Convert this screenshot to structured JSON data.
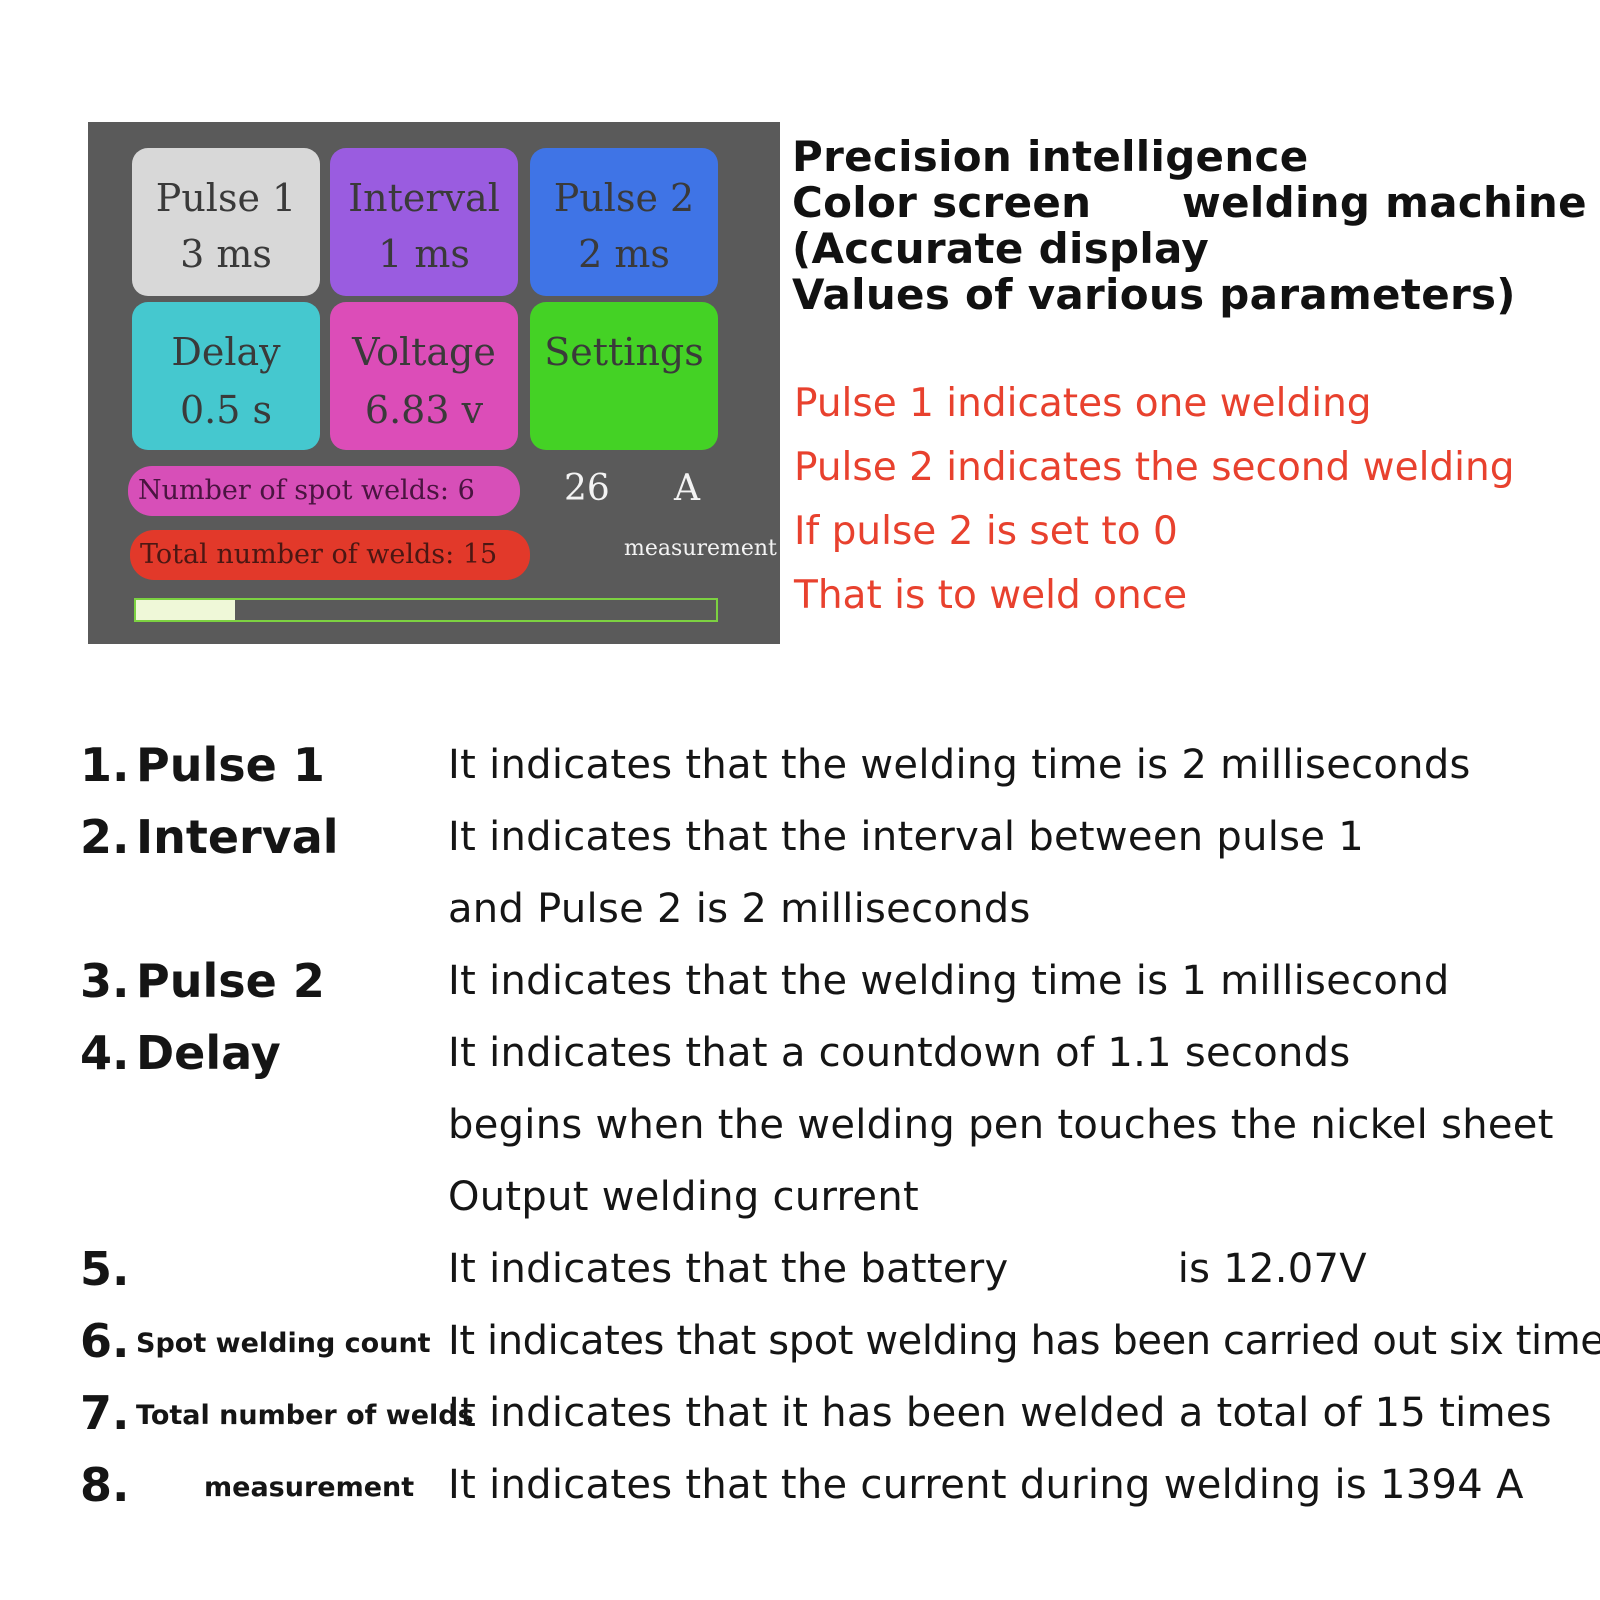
{
  "screen": {
    "tiles": [
      {
        "label": "Pulse 1",
        "value": "3 ms",
        "color": "#d8d8d8"
      },
      {
        "label": "Interval",
        "value": "1 ms",
        "color": "#9a5ce0"
      },
      {
        "label": "Pulse 2",
        "value": "2 ms",
        "color": "#3f74e6"
      },
      {
        "label": "Delay",
        "value": "0.5 s",
        "color": "#45c8cf"
      },
      {
        "label": "Voltage",
        "value": "6.83 v",
        "color": "#dc4db8"
      },
      {
        "label": "Settings",
        "value": "",
        "color": "#44d225"
      }
    ],
    "spot_welds": {
      "label": "Number of spot welds:",
      "value": "6",
      "color": "#d74fb8"
    },
    "total_welds": {
      "label": "Total number of welds:",
      "value": "15",
      "color": "#e2392a"
    },
    "current": {
      "value": "26",
      "unit": "A"
    },
    "measurement_label": "measurement",
    "progress": 0.17,
    "colors": {
      "background": "#5a5a5a",
      "progress_border": "#7cd141",
      "progress_fill": "#eff8d8"
    }
  },
  "heading": {
    "line1": "Precision intelligence",
    "line2a": "Color screen",
    "line2b": "welding machine",
    "line3": "(Accurate display",
    "line4": "Values of various parameters)"
  },
  "notes": [
    "Pulse 1 indicates one welding",
    "Pulse 2 indicates the second welding",
    "If pulse 2 is set to 0",
    "That is to weld once"
  ],
  "explanations": [
    {
      "num": "1.",
      "name": "Pulse 1",
      "desc": [
        "It indicates that the welding time is 2 milliseconds"
      ]
    },
    {
      "num": "2.",
      "name": "Interval",
      "desc": [
        "It indicates that the interval between pulse 1",
        "and Pulse 2 is 2 milliseconds"
      ]
    },
    {
      "num": "3.",
      "name": "Pulse 2",
      "desc": [
        "It indicates that the welding time is 1 millisecond"
      ]
    },
    {
      "num": "4.",
      "name": "Delay",
      "desc": [
        "It indicates that a countdown of 1.1 seconds",
        "begins when the welding pen touches the nickel sheet",
        "Output welding current"
      ]
    },
    {
      "num": "5.",
      "name": "",
      "desc": [
        "It indicates that the battery             is 12.07V"
      ]
    },
    {
      "num": "6.",
      "name": "Spot welding count",
      "desc": [
        "It indicates that spot welding has been carried out six times"
      ]
    },
    {
      "num": "7.",
      "name": "Total number of welds",
      "desc": [
        "It indicates that it has been welded a total of 15 times"
      ]
    },
    {
      "num": "8.",
      "name": "measurement",
      "desc": [
        "It indicates that the current during welding is 1394 A"
      ]
    }
  ]
}
